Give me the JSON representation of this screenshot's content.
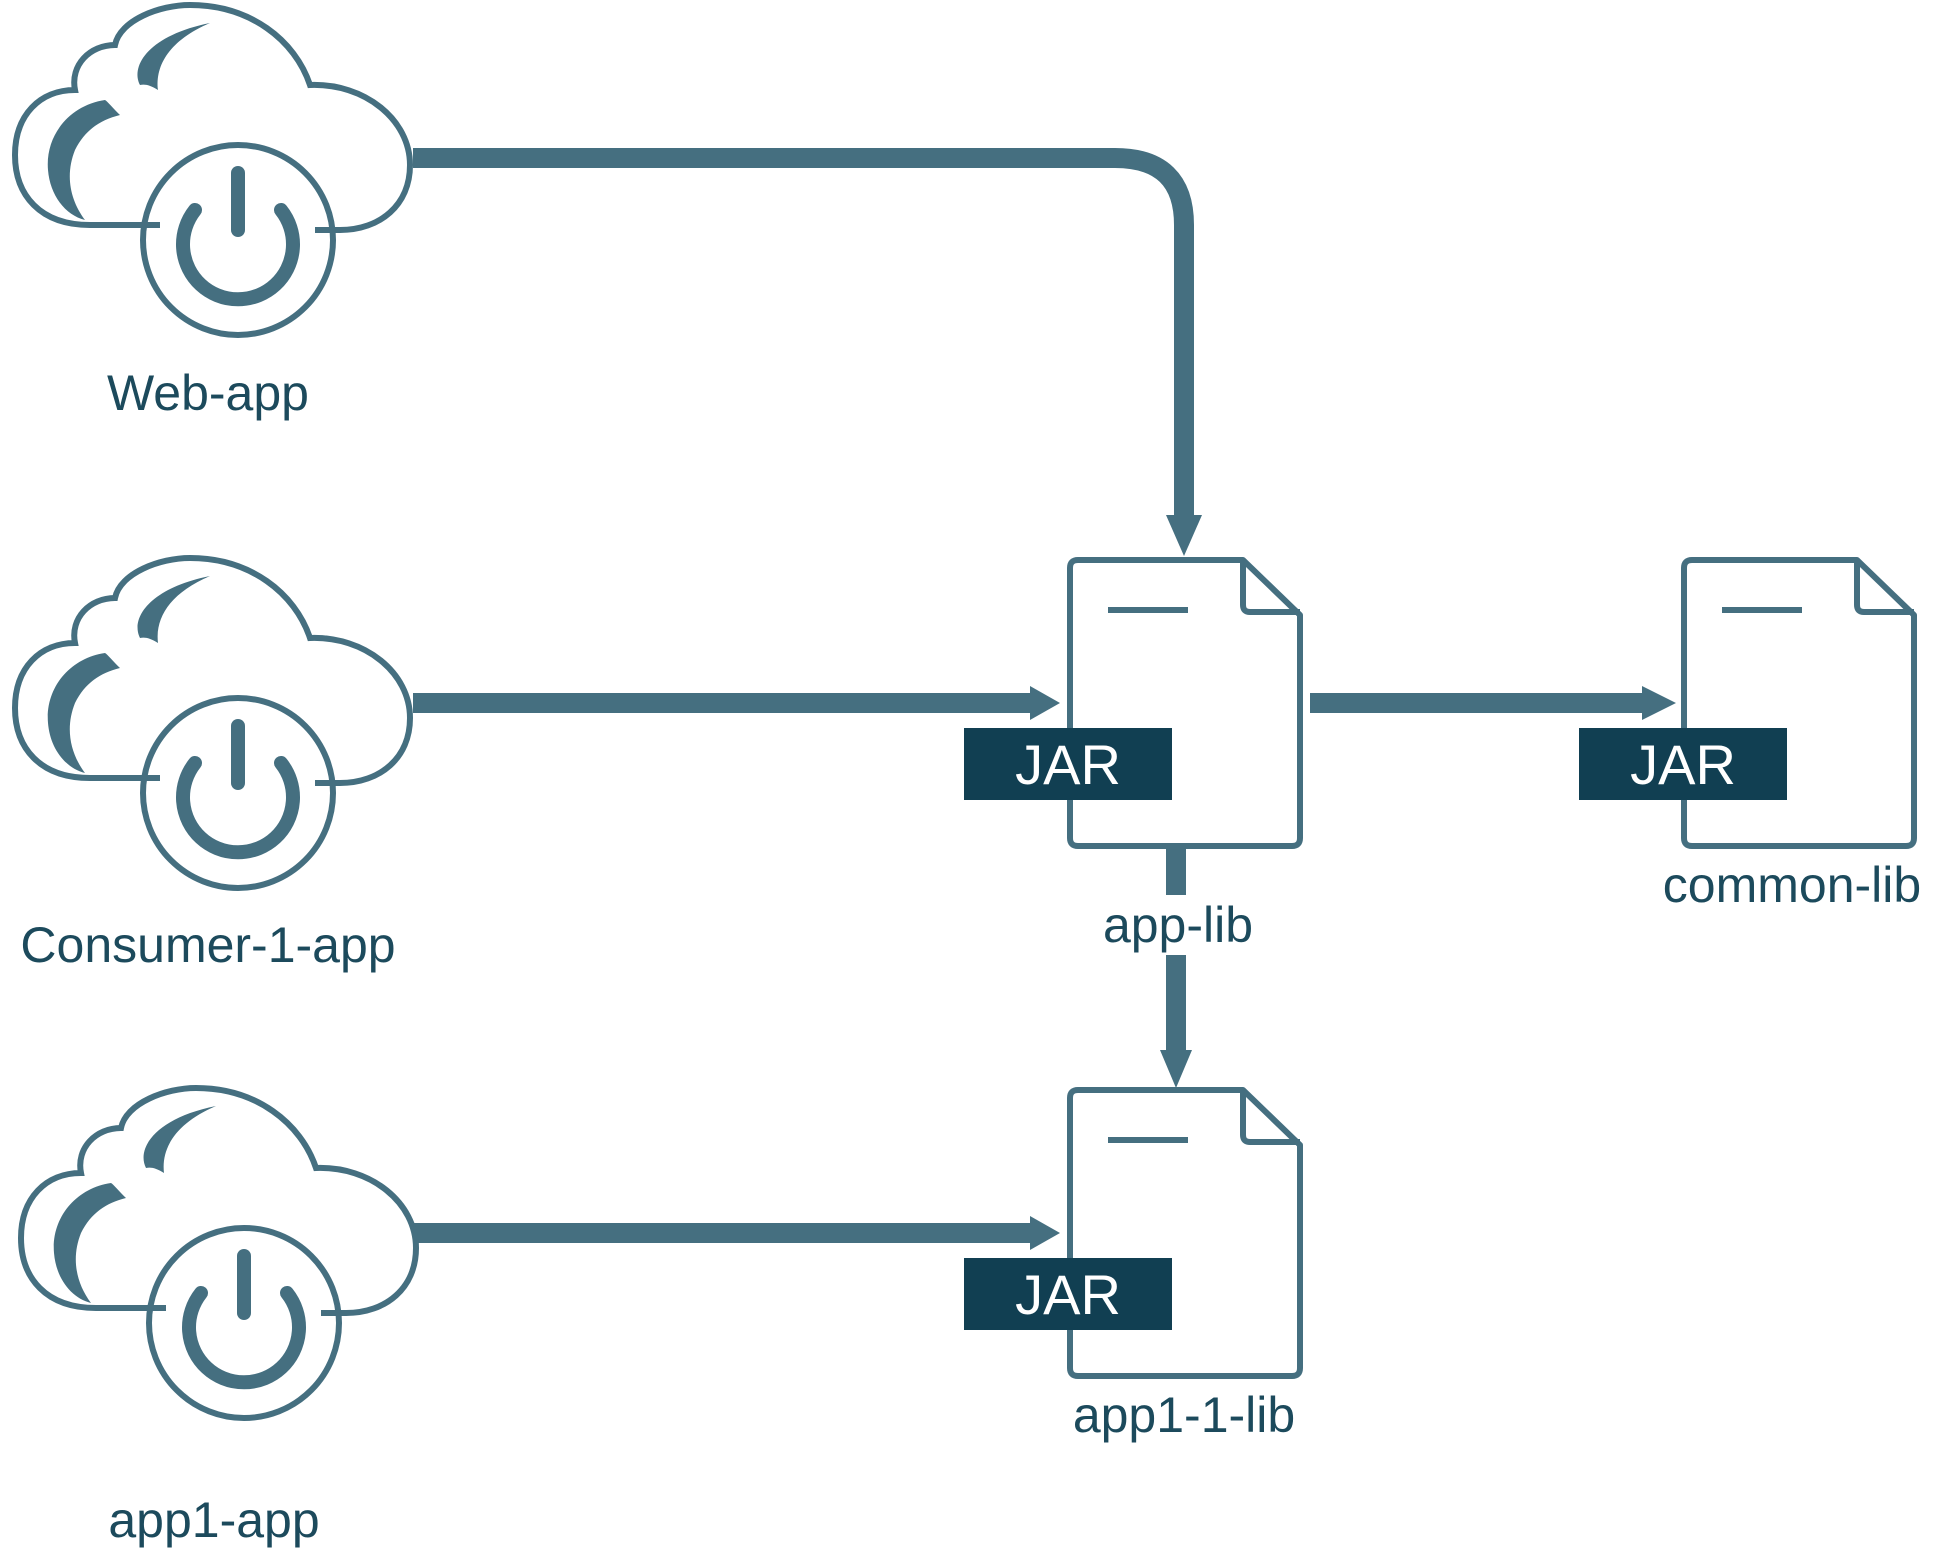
{
  "nodes": {
    "web_app": {
      "label": "Web-app",
      "icon": "cloud-power-icon"
    },
    "consumer_1_app": {
      "label": "Consumer-1-app",
      "icon": "cloud-power-icon"
    },
    "app1_app": {
      "label": "app1-app",
      "icon": "cloud-power-icon"
    },
    "app_lib": {
      "label": "app-lib",
      "badge": "JAR",
      "icon": "document-icon"
    },
    "common_lib": {
      "label": "common-lib",
      "badge": "JAR",
      "icon": "document-icon"
    },
    "app1_1_lib": {
      "label": "app1-1-lib",
      "badge": "JAR",
      "icon": "document-icon"
    }
  },
  "edges": [
    {
      "from": "Web-app",
      "to": "app-lib"
    },
    {
      "from": "Consumer-1-app",
      "to": "app-lib"
    },
    {
      "from": "app-lib",
      "to": "common-lib"
    },
    {
      "from": "app-lib",
      "to": "app1-1-lib"
    },
    {
      "from": "app1-app",
      "to": "app1-1-lib"
    }
  ],
  "colors": {
    "line": "#456f80",
    "badge": "#113f52",
    "text": "#1c4a5c"
  }
}
